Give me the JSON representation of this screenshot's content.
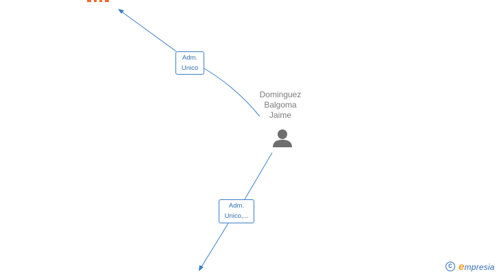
{
  "person": {
    "name_lines": [
      "Dominguez",
      "Balgoma",
      "Jaime"
    ],
    "icon": "person-icon"
  },
  "company_node": {
    "icon": "building-icon",
    "color": "#f26b32"
  },
  "edges": [
    {
      "id": "top",
      "label_lines": [
        "Adm.",
        "Unico"
      ]
    },
    {
      "id": "bottom",
      "label_lines": [
        "Adm.",
        "Unico,..."
      ]
    }
  ],
  "colors": {
    "edge": "#3b7dc4",
    "label_text": "#2f6db5",
    "person": "#7a7a7a"
  },
  "brand": {
    "copyright_symbol": "C",
    "initial": "e",
    "rest": "mpresia"
  }
}
